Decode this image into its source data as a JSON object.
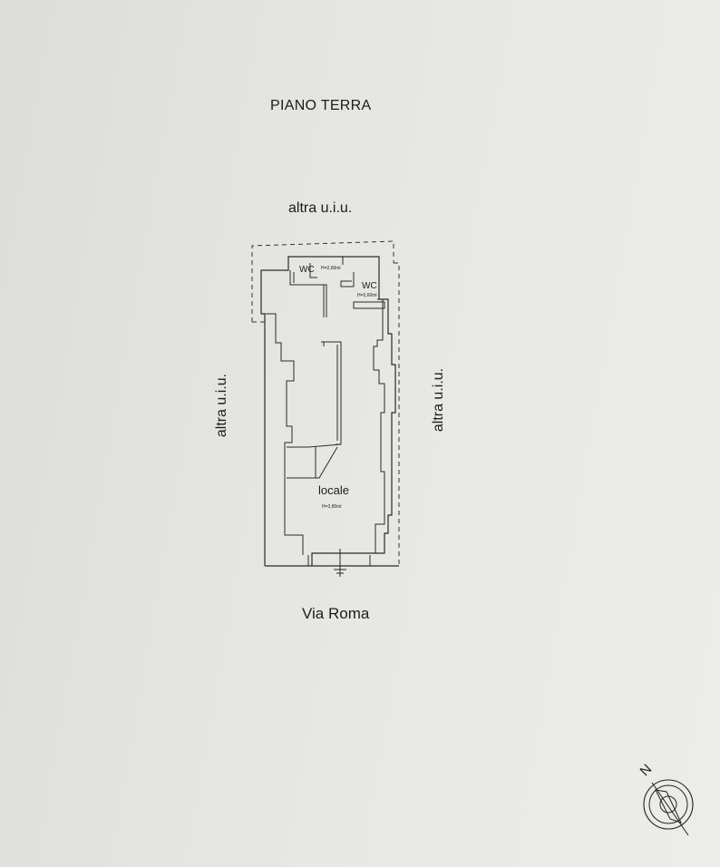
{
  "title": "PIANO TERRA",
  "neighbors": {
    "top": "altra u.i.u.",
    "left": "altra u.i.u.",
    "right": "altra u.i.u."
  },
  "street": "Via Roma",
  "rooms": {
    "wc1": {
      "name": "WC",
      "height": "H=2,60ml"
    },
    "wc2": {
      "name": "WC",
      "height": "H=2,60ml"
    },
    "main": {
      "name": "locale",
      "height": "H=3,80ml"
    }
  },
  "compass": {
    "letter": "N",
    "icon": "north-arrow-icon"
  }
}
